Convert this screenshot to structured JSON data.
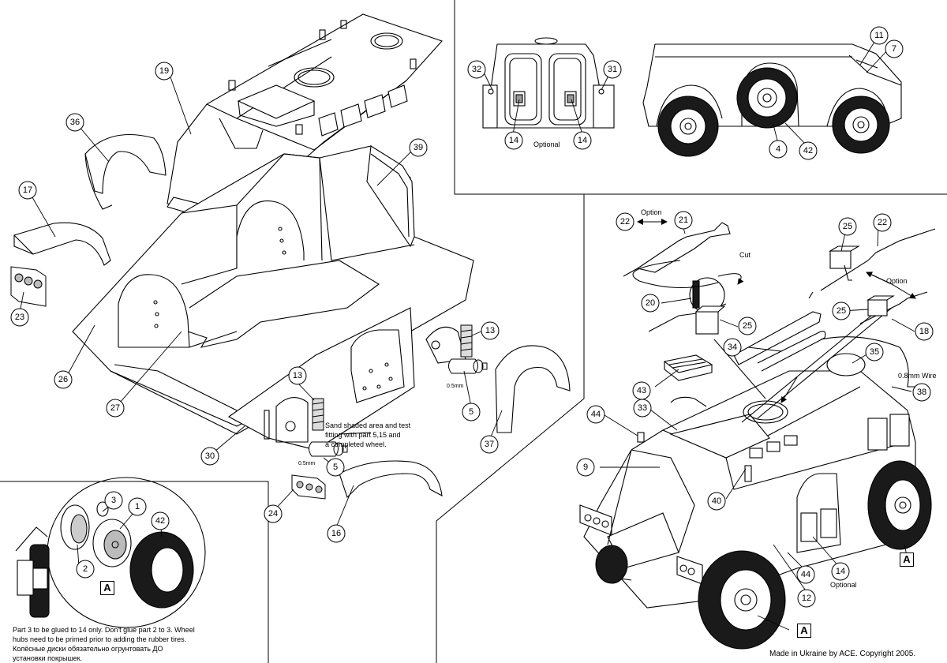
{
  "callouts": {
    "c1": "1",
    "c2": "2",
    "c3": "3",
    "c4": "4",
    "c5": "5",
    "c7": "7",
    "c9": "9",
    "c11": "11",
    "c12": "12",
    "c13": "13",
    "c14": "14",
    "c16": "16",
    "c17": "17",
    "c18": "18",
    "c19": "19",
    "c20": "20",
    "c21": "21",
    "c22": "22",
    "c23": "23",
    "c24": "24",
    "c25": "25",
    "c26": "26",
    "c27": "27",
    "c30": "30",
    "c31": "31",
    "c32": "32",
    "c33": "33",
    "c34": "34",
    "c35": "35",
    "c36": "36",
    "c37": "37",
    "c38": "38",
    "c39": "39",
    "c40": "40",
    "c42": "42",
    "c43": "43",
    "c44": "44"
  },
  "labels": {
    "optional": "Optional",
    "option": "Option",
    "cut": "Cut",
    "wire": "0.8mm Wire",
    "gap": "0.5mm",
    "assembly_ref": "A"
  },
  "notes": {
    "sand_note": [
      "Sand shaded area and test",
      "fitting with part 5,15 and",
      "a completed wheel."
    ],
    "wheel_note": [
      "Part 3 to be glued to 14 only. Don't glue part 2 to 3. Wheel",
      "hubs need to be primed prior to adding the rubber tires.",
      "Колёсные диски обязательно огрунтовать ДО",
      "установки покрышек."
    ]
  },
  "footer": "Made in Ukraine by ACE. Copyright 2005."
}
